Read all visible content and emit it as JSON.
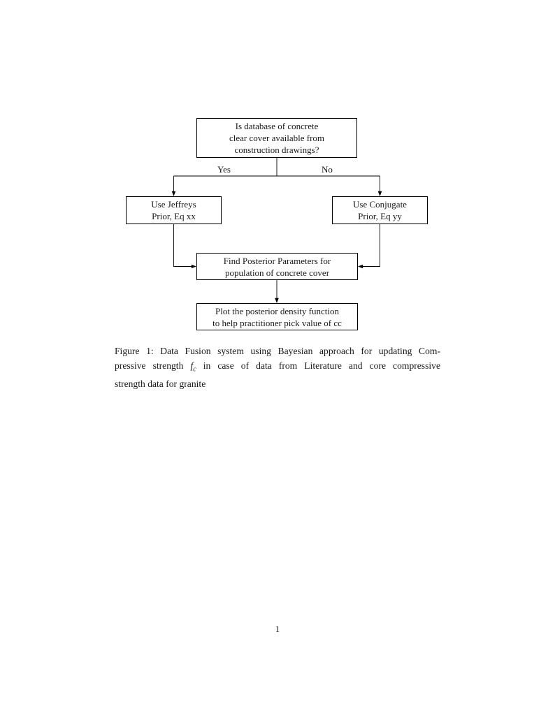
{
  "colors": {
    "ink": "#000000",
    "background": "#ffffff"
  },
  "flowchart": {
    "top_box": {
      "lines": [
        "Is database of concrete",
        "clear cover available from",
        "construction drawings?"
      ]
    },
    "yes_label": "Yes",
    "no_label": "No",
    "left_box": {
      "lines": [
        "Use Jeffreys",
        "Prior, Eq xx"
      ]
    },
    "right_box": {
      "lines": [
        "Use Conjugate",
        "Prior, Eq yy"
      ]
    },
    "middle_box": {
      "lines": [
        "Find Posterior Parameters for",
        "population of concrete cover"
      ]
    },
    "bottom_box": {
      "lines": [
        "Plot the posterior density function",
        "to help practitioner pick value of cc"
      ]
    }
  },
  "caption": {
    "line1": "Figure 1: Data Fusion system using Bayesian approach for updating Com-",
    "line2_pre": "pressive strength ",
    "math_f": "f",
    "math_sub": "c",
    "line2_post": " in case of data from Literature and core compressive",
    "line3": "strength data for granite"
  },
  "page": {
    "number": "1"
  }
}
